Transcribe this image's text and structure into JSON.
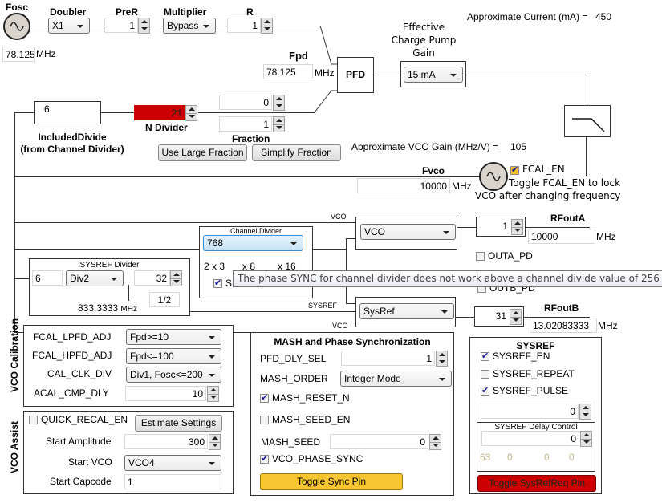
{
  "top": {
    "fosc_label": "Fosc",
    "fosc_value": "78.125",
    "fosc_unit": "MHz",
    "doubler_label": "Doubler",
    "doubler_value": "X1",
    "prer_label": "PreR",
    "prer_value": "1",
    "multiplier_label": "Multiplier",
    "multiplier_value": "Bypass",
    "r_label": "R",
    "r_value": "1",
    "fpd_label": "Fpd",
    "fpd_value": "78.125",
    "fpd_unit": "MHz",
    "pfd_label": "PFD",
    "cp_gain_label_1": "Effective",
    "cp_gain_label_2": "Charge Pump",
    "cp_gain_label_3": "Gain",
    "cp_gain_value": "15 mA",
    "approx_current_label": "Approximate Current (mA) =",
    "approx_current_value": "450"
  },
  "feedback": {
    "included_divide_value": "6",
    "included_divide_label_1": "IncludedDivide",
    "included_divide_label_2": "(from Channel Divider)",
    "n_divider_value": "21",
    "n_divider_label": "N Divider",
    "n_divider_color": "#cc0000",
    "fraction_num": "0",
    "fraction_den": "1",
    "fraction_label": "Fraction",
    "use_large_fraction": "Use Large Fraction",
    "simplify_fraction": "Simplify Fraction",
    "vco_gain_label": "Approximate VCO Gain (MHz/V) =",
    "vco_gain_value": "105",
    "fvco_label": "Fvco",
    "fvco_value": "10000",
    "fvco_unit": "MHz",
    "fcal_en_label": "FCAL_EN",
    "fcal_en_checked": true,
    "fcal_hint_1": "Toggle FCAL_EN to lock",
    "fcal_hint_2": "VCO after changing frequency"
  },
  "outputs": {
    "vco_wire_label": "VCO",
    "channel_divider_title": "Channel  Divider",
    "channel_divider_value": "768",
    "ch_factor_1": "2 x 3",
    "ch_factor_2": "x 8",
    "ch_factor_3": "x 16",
    "ch_sync_label": "S",
    "ch_sync_checked": true,
    "tooltip": "The phase SYNC for channel divider does not work above a channel divide value of 256",
    "outa_mux_value": "VCO",
    "outa_pwr_value": "1",
    "rfouta_label": "RFoutA",
    "rfouta_value": "10000",
    "rfouta_unit": "MHz",
    "outa_pd_label": "OUTA_PD",
    "outa_pd_checked": false,
    "outb_pd_label": "OUTB_PD",
    "outb_pd_checked": false,
    "sysref_wire_label": "SYSREF",
    "vco_wire_label_2": "VCO",
    "outb_mux_value": "SysRef",
    "outb_pwr_value": "31",
    "rfoutb_label": "RFoutB",
    "rfoutb_value": "13.02083333",
    "rfoutb_unit": "MHz"
  },
  "sysref_divider": {
    "title": "SYSREF Divider",
    "pre_value": "6",
    "div_value": "Div2",
    "div_count": "32",
    "half": "1/2",
    "freq": "833.3333",
    "freq_unit": "MHz"
  },
  "vco_calibration": {
    "section_label": "VCO Calibration",
    "fcal_lpfd_label": "FCAL_LPFD_ADJ",
    "fcal_lpfd_value": "Fpd>=10",
    "fcal_hpfd_label": "FCAL_HPFD_ADJ",
    "fcal_hpfd_value": "Fpd<=100",
    "cal_clk_div_label": "CAL_CLK_DIV",
    "cal_clk_div_value": "Div1, Fosc<=200",
    "acal_cmp_dly_label": "ACAL_CMP_DLY",
    "acal_cmp_dly_value": "10"
  },
  "vco_assist": {
    "section_label": "VCO Assist",
    "quick_recal_label": "QUICK_RECAL_EN",
    "quick_recal_checked": false,
    "estimate_settings": "Estimate Settings",
    "start_amplitude_label": "Start Amplitude",
    "start_amplitude_value": "300",
    "start_vco_label": "Start VCO",
    "start_vco_value": "VCO4",
    "start_capcode_label": "Start Capcode",
    "start_capcode_value": "1"
  },
  "mash": {
    "title": "MASH and Phase Synchronization",
    "pfd_dly_sel_label": "PFD_DLY_SEL",
    "pfd_dly_sel_value": "1",
    "mash_order_label": "MASH_ORDER",
    "mash_order_value": "Integer Mode",
    "mash_reset_n_label": "MASH_RESET_N",
    "mash_reset_n_checked": true,
    "mash_seed_en_label": "MASH_SEED_EN",
    "mash_seed_en_checked": false,
    "mash_seed_label": "MASH_SEED",
    "mash_seed_value": "0",
    "vco_phase_sync_label": "VCO_PHASE_SYNC",
    "vco_phase_sync_checked": true,
    "toggle_sync_pin": "Toggle Sync Pin",
    "toggle_sync_color": "#f8c630"
  },
  "sysref": {
    "title": "SYSREF",
    "sysref_en_label": "SYSREF_EN",
    "sysref_en_checked": true,
    "sysref_repeat_label": "SYSREF_REPEAT",
    "sysref_repeat_checked": false,
    "sysref_pulse_label": "SYSREF_PULSE",
    "sysref_pulse_checked": true,
    "pulse_count_value": "0",
    "delay_control_title": "SYSREF Delay Control",
    "delay_value": "0",
    "delay_readouts": [
      "63",
      "0",
      "0",
      "0"
    ],
    "toggle_sysrefreq_pin": "Toggle SysRefReq Pin",
    "toggle_sysrefreq_color": "#cc0000"
  }
}
